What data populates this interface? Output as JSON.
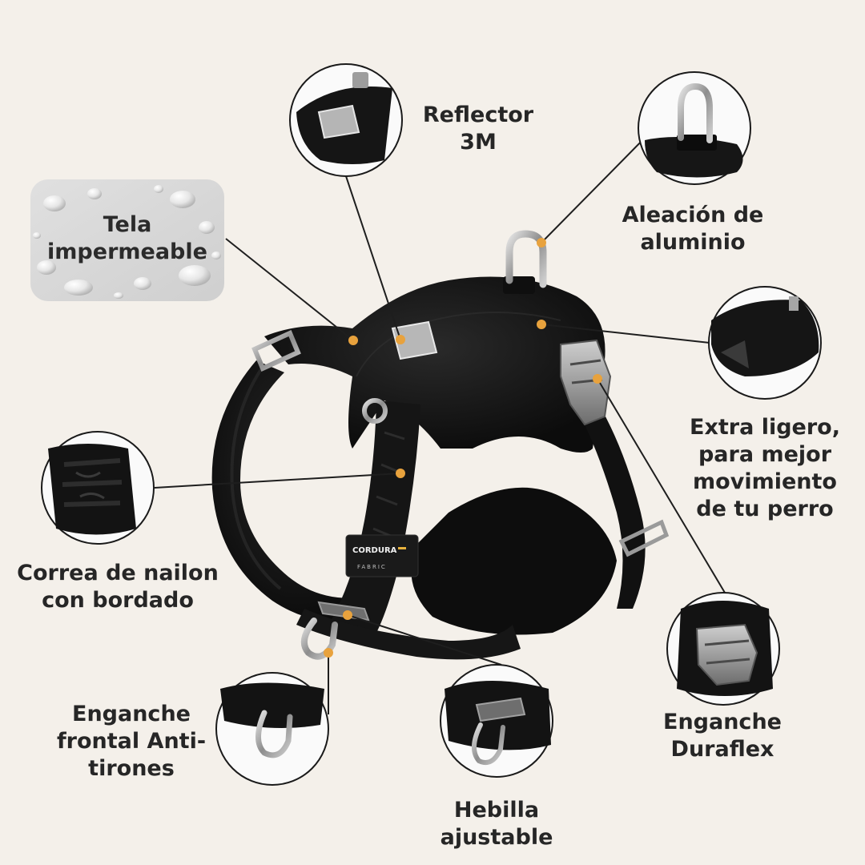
{
  "callouts": {
    "reflector": [
      "Reflector",
      "3M"
    ],
    "aluminum": [
      "Aleación de",
      "aluminio"
    ],
    "fabric": [
      "Tela",
      "impermeable"
    ],
    "lightweight": [
      "Extra ligero,",
      "para mejor",
      "movimiento",
      "de tu perro"
    ],
    "strap": [
      "Correa de nailon",
      "con bordado"
    ],
    "front_clip": [
      "Enganche",
      "frontal Anti-",
      "tirones"
    ],
    "buckle": [
      "Hebilla",
      "ajustable"
    ],
    "duraflex": [
      "Enganche",
      "Duraflex"
    ]
  },
  "product_tags": {
    "cordura": "CORDURA",
    "fabric": "FABRIC"
  },
  "colors": {
    "background": "#f4f0ea",
    "harness": "#141414",
    "marker": "#e8a23d",
    "text": "#262626"
  }
}
